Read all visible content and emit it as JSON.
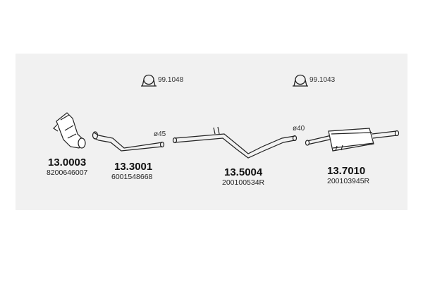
{
  "clamps": [
    {
      "label": "99.1048"
    },
    {
      "label": "99.1043"
    }
  ],
  "diameters": [
    "ø45",
    "ø40"
  ],
  "parts": [
    {
      "code": "13.0003",
      "oem": "8200646007"
    },
    {
      "code": "13.3001",
      "oem": "6001548668"
    },
    {
      "code": "13.5004",
      "oem": "200100534R"
    },
    {
      "code": "13.7010",
      "oem": "200103945R"
    }
  ]
}
